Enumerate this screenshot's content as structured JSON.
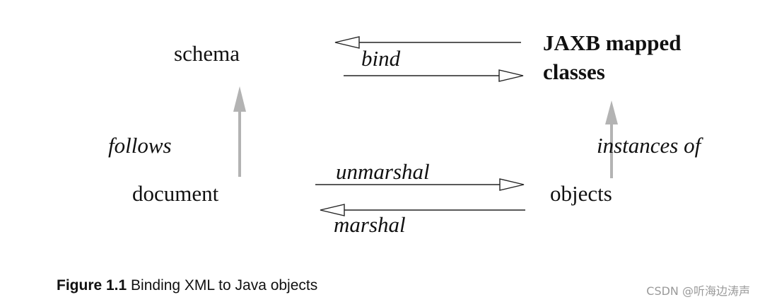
{
  "nodes": {
    "schema": "schema",
    "jaxb_line1": "JAXB mapped",
    "jaxb_line2": "classes",
    "document": "document",
    "objects": "objects"
  },
  "edges": {
    "bind": "bind",
    "follows": "follows",
    "instances_of": "instances of",
    "unmarshal": "unmarshal",
    "marshal": "marshal"
  },
  "caption": {
    "number": "Figure 1.1",
    "text": " Binding XML to Java  objects"
  },
  "watermark": "CSDN @听海边涛声",
  "colors": {
    "text": "#111111",
    "line": "#222222",
    "gray_arrow": "#b3b3b3"
  }
}
